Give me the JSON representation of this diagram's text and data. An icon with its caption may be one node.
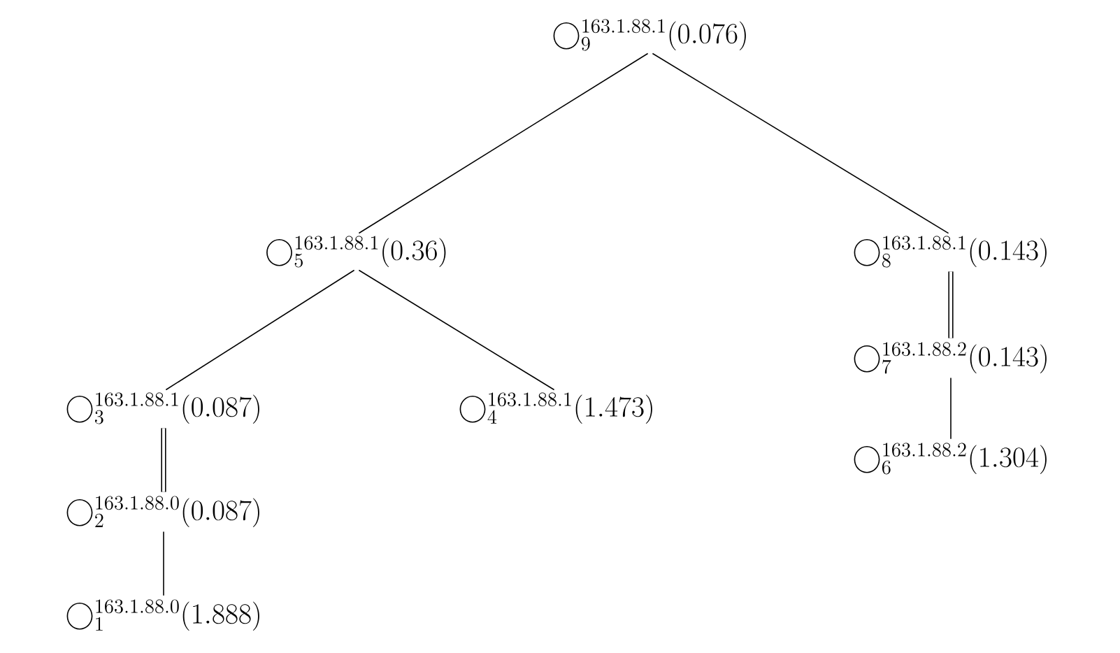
{
  "diagram": {
    "nodes": [
      {
        "text": [
          "\\bigcirc^{163.1.88.1}_{9}(0.076)"
        ]
      },
      {
        "text": [
          "\\bigcirc^{163.1.88.1}_{5}(0.36)"
        ]
      },
      {
        "text": [
          "\\bigcirc^{163.1.88.1}_{8}(0.143)"
        ]
      },
      {
        "text": [
          "\\bigcirc^{163.1.88.1}_{3}(0.087)"
        ]
      },
      {
        "text": [
          "\\bigcirc^{163.1.88.1}_{4}(1.473)"
        ]
      },
      {
        "text": [
          "\\bigcirc^{163.1.88.2}_{7}(0.143)"
        ]
      },
      {
        "text": [
          "\\bigcirc^{163.1.88.0}_{2}(0.087)"
        ]
      },
      {
        "text": [
          "\\bigcirc^{163.1.88.2}_{6}(1.304)"
        ]
      },
      {
        "text": [
          "\\bigcirc^{163.1.88.0}_{1}(1.888)"
        ]
      }
    ],
    "edges": [
      {
        "from": 0,
        "to": 1,
        "arrow": "none"
      },
      {
        "from": 0,
        "to": 2,
        "arrow": "none"
      },
      {
        "from": 1,
        "to": 3,
        "arrow": "none"
      },
      {
        "from": 1,
        "to": 4,
        "arrow": "none"
      },
      {
        "from": 2,
        "to": 5,
        "arrow": "none",
        "style": "thick"
      },
      {
        "from": 5,
        "to": 7,
        "arrow": "none"
      },
      {
        "from": 3,
        "to": 6,
        "arrow": "none",
        "style": "thick"
      },
      {
        "from": 6,
        "to": 8,
        "arrow": "none"
      }
    ]
  }
}
